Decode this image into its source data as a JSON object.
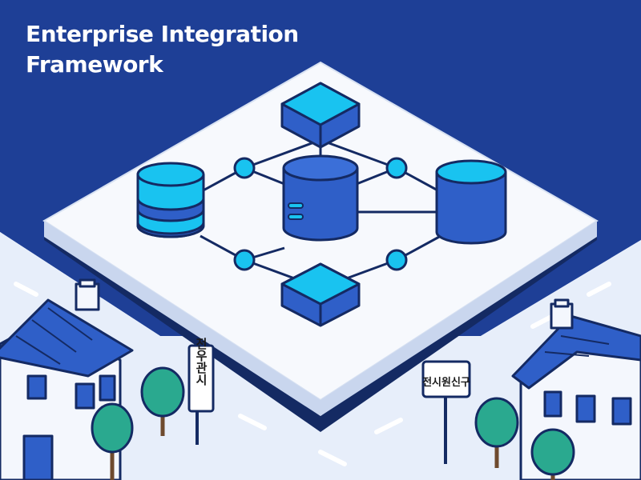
{
  "title": {
    "line1": "Enterprise Integration",
    "line2": "Framework"
  },
  "signs": {
    "left": "전우관시",
    "right": "전시원신구"
  },
  "colors": {
    "navy_background": "#1e3f96",
    "platform": "#f7f9fd",
    "accent_cyan": "#19c3f0",
    "node_blue": "#2f5fc8",
    "outline": "#142a63",
    "tree_green": "#2aa98f"
  },
  "icons": {
    "left_node": "database-icon",
    "center_node": "database-server-icon",
    "right_node": "database-icon",
    "top_node": "cube-icon",
    "bottom_node": "cube-icon"
  }
}
